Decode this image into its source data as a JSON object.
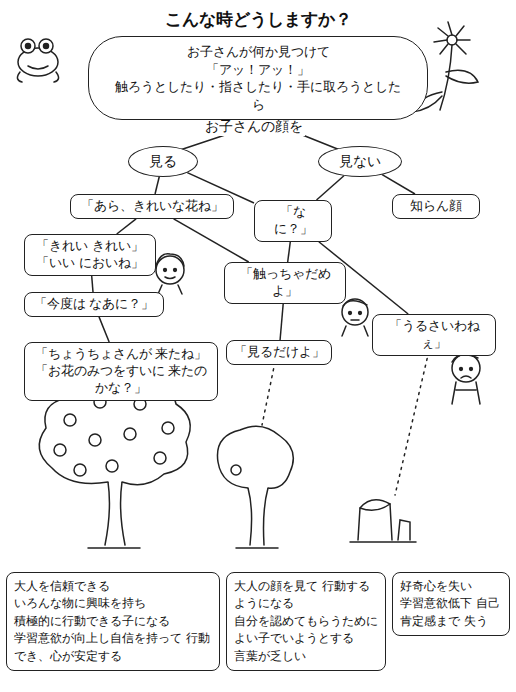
{
  "diagram": {
    "title": "こんな時どうしますか？",
    "nodes": [
      {
        "text": [
          "お子さんが何か見つけて",
          "「アッ！アッ！」",
          "触ろうとしたり・指さしたり・手に取ろうとしたら"
        ]
      },
      {
        "text": [
          "見る"
        ]
      },
      {
        "text": [
          "見ない"
        ]
      },
      {
        "text": [
          "「あら、きれいな花ね」"
        ]
      },
      {
        "text": [
          "「なに？」"
        ]
      },
      {
        "text": [
          "知らん顔"
        ]
      },
      {
        "text": [
          "「きれい きれい」",
          "「いい においね」"
        ]
      },
      {
        "text": [
          "「触っちゃだめよ」"
        ]
      },
      {
        "text": [
          "「今度は なあに？」"
        ]
      },
      {
        "text": [
          "「うるさいわねぇ」"
        ]
      },
      {
        "text": [
          "「見るだけよ」"
        ]
      },
      {
        "text": [
          "「ちょうちょさんが 来たね」",
          "「お花のみつをすいに 来たのかな？」"
        ]
      },
      {
        "text": [
          "大人を信頼できる",
          "いろんな物に興味を持ち",
          "積極的に行動できる子になる",
          "学習意欲が向上し自信を持って 行動でき、心が安定する"
        ]
      },
      {
        "text": [
          "大人の顔を見て 行動するようになる",
          "自分を認めてもらうために よい子でいようとする",
          "言葉が乏しい"
        ]
      },
      {
        "text": [
          "好奇心を失い",
          "学習意欲低下 自己肯定感まで 失う"
        ]
      }
    ],
    "edges": [
      {
        "from": 1,
        "to": 3,
        "arrow": "none"
      },
      {
        "from": 1,
        "to": 4,
        "arrow": "none"
      },
      {
        "from": 2,
        "to": 4,
        "arrow": "none"
      },
      {
        "from": 2,
        "to": 5,
        "arrow": "none"
      },
      {
        "from": 3,
        "to": 6,
        "arrow": "none"
      },
      {
        "from": 3,
        "to": 7,
        "arrow": "none"
      },
      {
        "from": 4,
        "to": 7,
        "arrow": "none"
      },
      {
        "from": 4,
        "to": 9,
        "arrow": "none"
      },
      {
        "from": 6,
        "to": 8,
        "arrow": "none"
      },
      {
        "from": 8,
        "to": 11,
        "arrow": "none"
      },
      {
        "from": 7,
        "to": 10,
        "arrow": "none"
      }
    ],
    "labels": [
      "お子さんの顔を"
    ]
  }
}
